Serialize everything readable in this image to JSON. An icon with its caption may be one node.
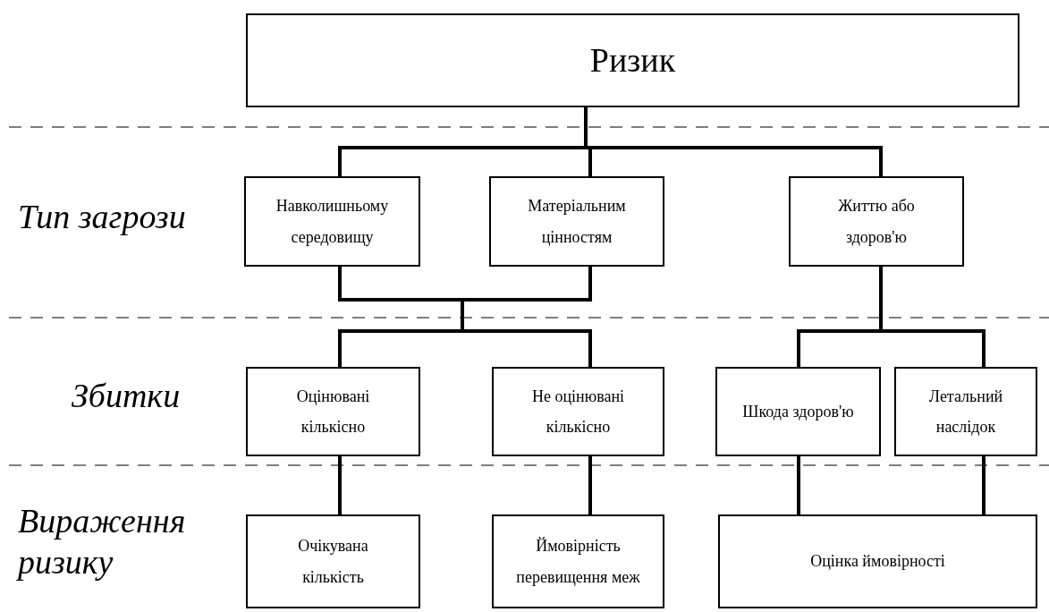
{
  "diagram": {
    "nodes": [
      {
        "text": [
          "Ризик"
        ]
      },
      {
        "text": [
          "Навколишньому середовищу"
        ]
      },
      {
        "text": [
          "Матеріальним цінностям"
        ]
      },
      {
        "text": [
          "Життю або здоров'ю"
        ]
      },
      {
        "text": [
          "Оцінювані кількісно"
        ]
      },
      {
        "text": [
          "Не оцінювані кількісно"
        ]
      },
      {
        "text": [
          "Шкода здоров'ю"
        ]
      },
      {
        "text": [
          "Летальний наслідок"
        ]
      },
      {
        "text": [
          "Очікувана кількість"
        ]
      },
      {
        "text": [
          "Ймовірність перевищення меж"
        ]
      },
      {
        "text": [
          "Оцінка ймовірності"
        ]
      }
    ],
    "edges": [
      {
        "from": 0,
        "to": 1,
        "arrow": "none"
      },
      {
        "from": 0,
        "to": 2,
        "arrow": "none"
      },
      {
        "from": 0,
        "to": 3,
        "arrow": "none"
      },
      {
        "from": 1,
        "to": 4,
        "arrow": "none"
      },
      {
        "from": 1,
        "to": 5,
        "arrow": "none"
      },
      {
        "from": 2,
        "to": 4,
        "arrow": "none"
      },
      {
        "from": 2,
        "to": 5,
        "arrow": "none"
      },
      {
        "from": 3,
        "to": 6,
        "arrow": "none"
      },
      {
        "from": 3,
        "to": 7,
        "arrow": "none"
      },
      {
        "from": 4,
        "to": 8,
        "arrow": "none"
      },
      {
        "from": 5,
        "to": 9,
        "arrow": "none"
      },
      {
        "from": 6,
        "to": 10,
        "arrow": "none"
      },
      {
        "from": 7,
        "to": 10,
        "arrow": "none"
      }
    ],
    "labels": [
      "Тип загрози",
      "Збитки",
      "Вираження ризику"
    ]
  }
}
